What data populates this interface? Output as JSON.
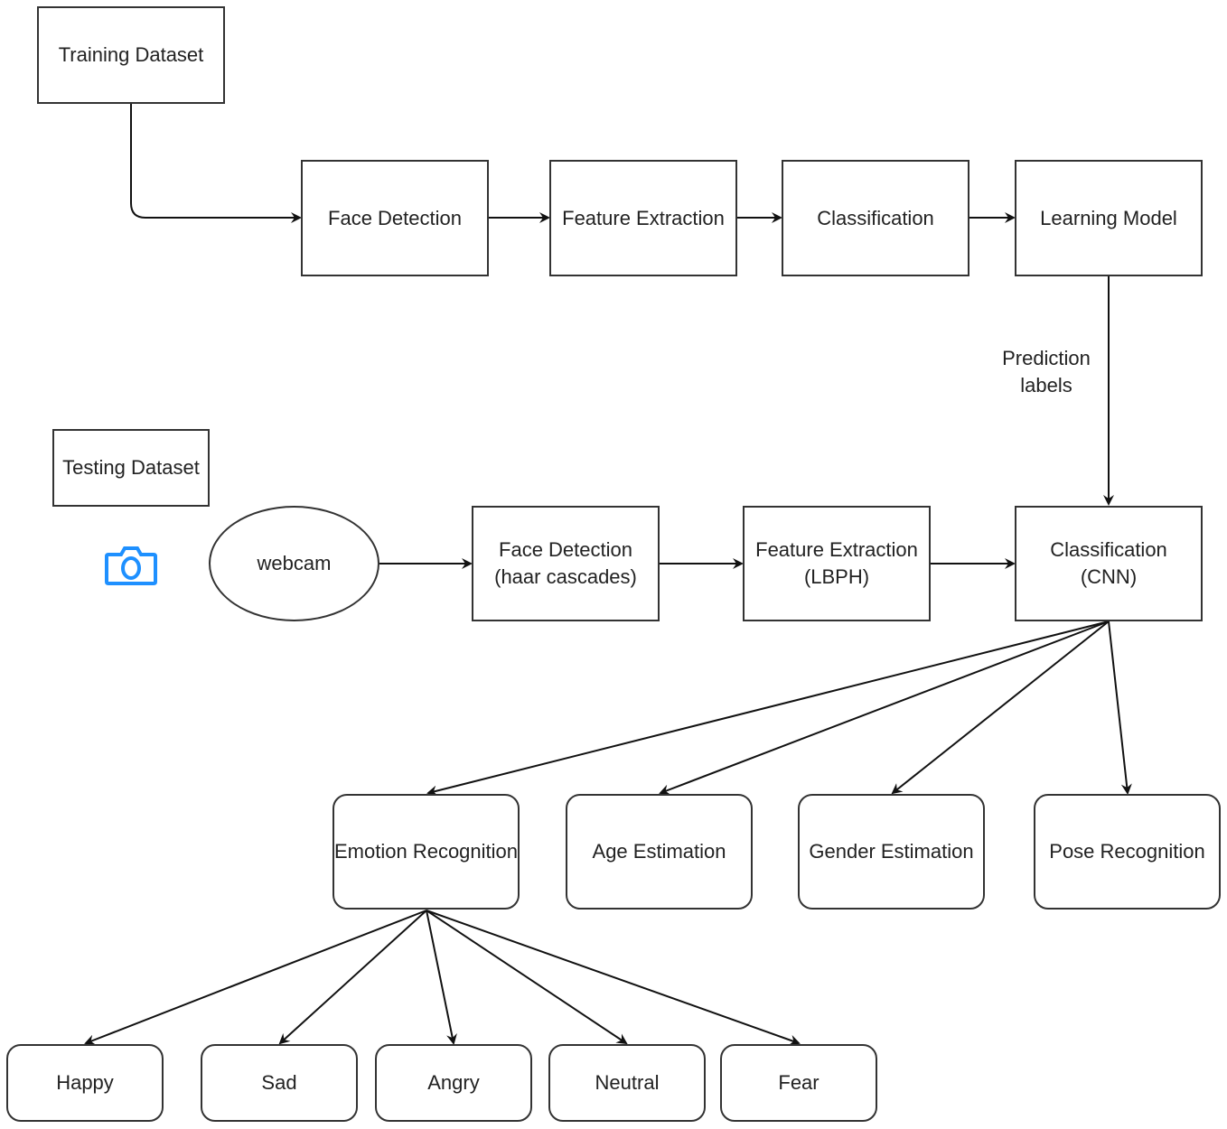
{
  "nodes": {
    "training_dataset": "Training Dataset",
    "face_detection": "Face Detection",
    "feature_extraction": "Feature Extraction",
    "classification": "Classification",
    "learning_model": "Learning Model",
    "testing_dataset": "Testing Dataset",
    "webcam": "webcam",
    "face_detection_haar": {
      "line1": "Face Detection",
      "line2": "(haar cascades)"
    },
    "feature_extraction_lbph": {
      "line1": "Feature Extraction",
      "line2": "(LBPH)"
    },
    "classification_cnn": {
      "line1": "Classification",
      "line2": "(CNN)"
    },
    "emotion_recognition": "Emotion Recognition",
    "age_estimation": "Age Estimation",
    "gender_estimation": "Gender Estimation",
    "pose_recognition": "Pose Recognition",
    "happy": "Happy",
    "sad": "Sad",
    "angry": "Angry",
    "neutral": "Neutral",
    "fear": "Fear"
  },
  "edge_labels": {
    "prediction_labels": {
      "line1": "Prediction",
      "line2": "labels"
    }
  },
  "icons": {
    "camera": "camera-icon"
  },
  "colors": {
    "stroke": "#333333",
    "icon": "#1e90ff"
  }
}
